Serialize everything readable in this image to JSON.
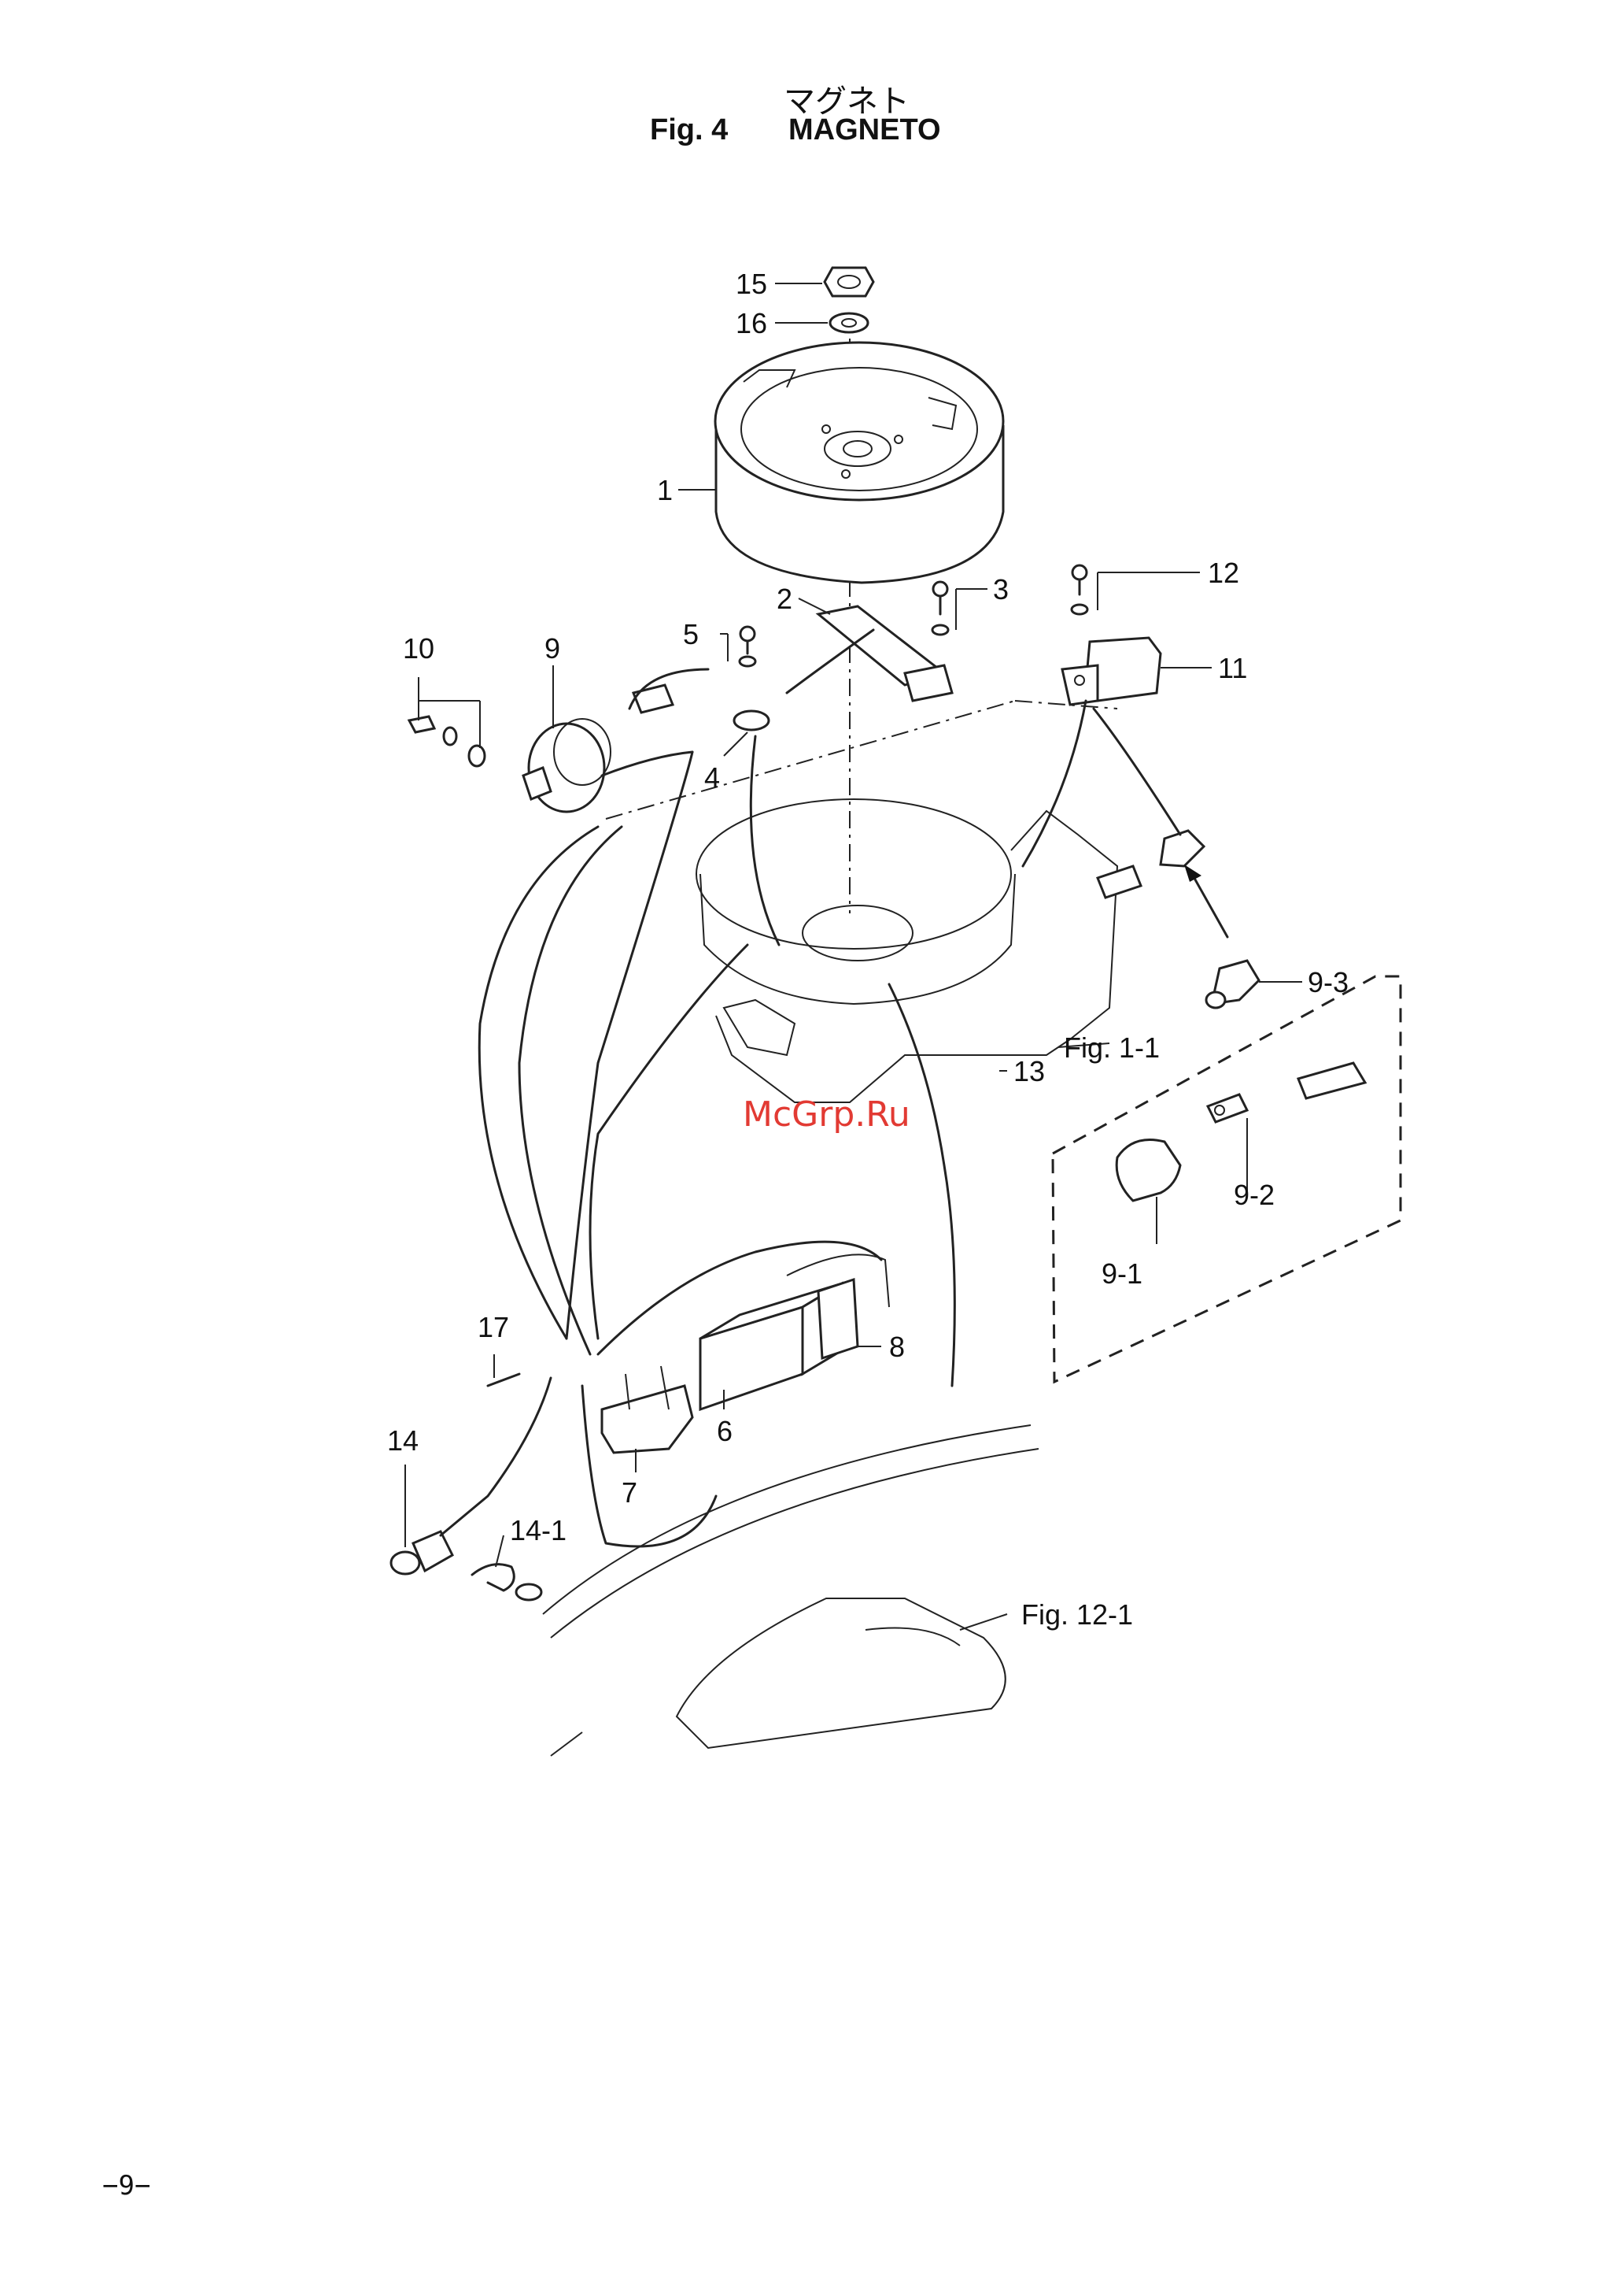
{
  "header": {
    "title_jp": "マグネト",
    "figure_label": "Fig. 4",
    "figure_name": "MAGNETO"
  },
  "watermark": "McGrp.Ru",
  "page_number": "−9−",
  "callouts": [
    {
      "id": "15",
      "text": "15"
    },
    {
      "id": "16",
      "text": "16"
    },
    {
      "id": "1",
      "text": "1"
    },
    {
      "id": "2",
      "text": "2"
    },
    {
      "id": "3",
      "text": "3"
    },
    {
      "id": "12",
      "text": "12"
    },
    {
      "id": "5",
      "text": "5"
    },
    {
      "id": "10",
      "text": "10"
    },
    {
      "id": "9",
      "text": "9"
    },
    {
      "id": "11",
      "text": "11"
    },
    {
      "id": "4",
      "text": "4"
    },
    {
      "id": "9-3",
      "text": "9-3"
    },
    {
      "id": "fig1-1",
      "text": "Fig. 1-1"
    },
    {
      "id": "13",
      "text": "13"
    },
    {
      "id": "9-2",
      "text": "9-2"
    },
    {
      "id": "9-1",
      "text": "9-1"
    },
    {
      "id": "17",
      "text": "17"
    },
    {
      "id": "8",
      "text": "8"
    },
    {
      "id": "6",
      "text": "6"
    },
    {
      "id": "14",
      "text": "14"
    },
    {
      "id": "7",
      "text": "7"
    },
    {
      "id": "14-1",
      "text": "14-1"
    },
    {
      "id": "fig12-1",
      "text": "Fig. 12-1"
    }
  ]
}
